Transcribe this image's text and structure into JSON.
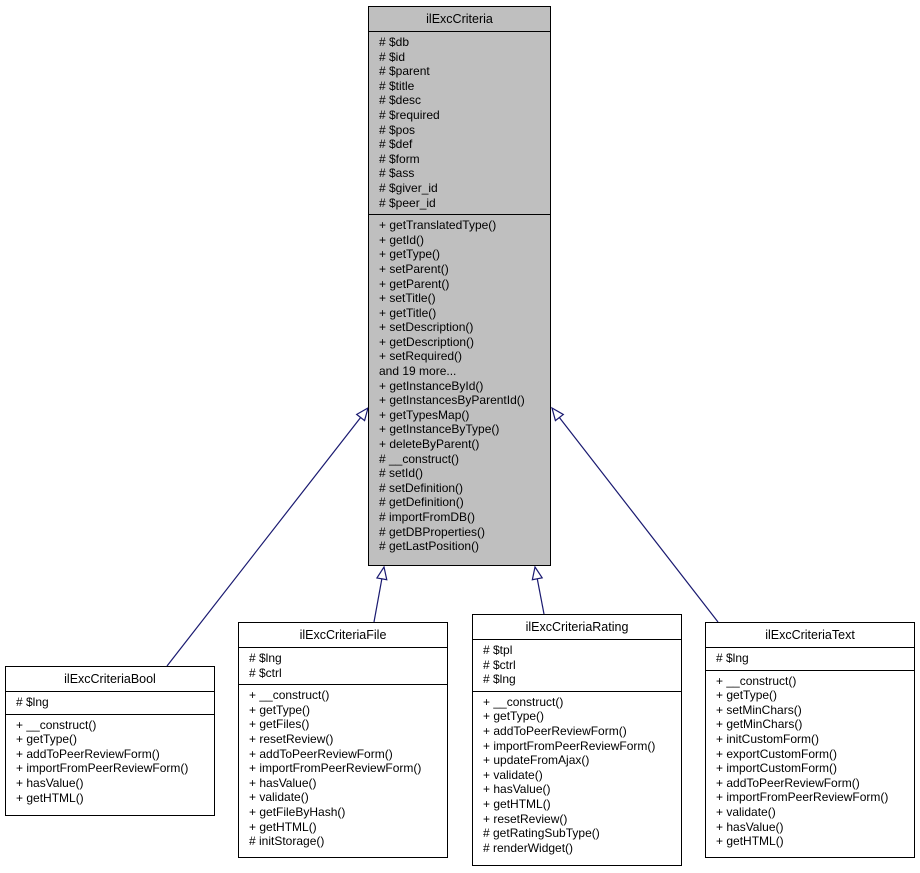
{
  "colors": {
    "edge": "#191970",
    "base_fill": "#bfbfbf"
  },
  "classes": {
    "base": {
      "name": "ilExcCriteria",
      "attributes": [
        "# $db",
        "# $id",
        "# $parent",
        "# $title",
        "# $desc",
        "# $required",
        "# $pos",
        "# $def",
        "# $form",
        "# $ass",
        "# $giver_id",
        "# $peer_id"
      ],
      "methods": [
        "+ getTranslatedType()",
        "+ getId()",
        "+ getType()",
        "+ setParent()",
        "+ getParent()",
        "+ setTitle()",
        "+ getTitle()",
        "+ setDescription()",
        "+ getDescription()",
        "+ setRequired()",
        "and 19 more...",
        "+ getInstanceById()",
        "+ getInstancesByParentId()",
        "+ getTypesMap()",
        "+ getInstanceByType()",
        "+ deleteByParent()",
        "# __construct()",
        "# setId()",
        "# setDefinition()",
        "# getDefinition()",
        "# importFromDB()",
        "# getDBProperties()",
        "# getLastPosition()"
      ]
    },
    "bool": {
      "name": "ilExcCriteriaBool",
      "attributes": [
        "# $lng"
      ],
      "methods": [
        "+ __construct()",
        "+ getType()",
        "+ addToPeerReviewForm()",
        "+ importFromPeerReviewForm()",
        "+ hasValue()",
        "+ getHTML()"
      ]
    },
    "file": {
      "name": "ilExcCriteriaFile",
      "attributes": [
        "# $lng",
        "# $ctrl"
      ],
      "methods": [
        "+ __construct()",
        "+ getType()",
        "+ getFiles()",
        "+ resetReview()",
        "+ addToPeerReviewForm()",
        "+ importFromPeerReviewForm()",
        "+ hasValue()",
        "+ validate()",
        "+ getFileByHash()",
        "+ getHTML()",
        "# initStorage()"
      ]
    },
    "rating": {
      "name": "ilExcCriteriaRating",
      "attributes": [
        "# $tpl",
        "# $ctrl",
        "# $lng"
      ],
      "methods": [
        "+ __construct()",
        "+ getType()",
        "+ addToPeerReviewForm()",
        "+ importFromPeerReviewForm()",
        "+ updateFromAjax()",
        "+ validate()",
        "+ hasValue()",
        "+ getHTML()",
        "+ resetReview()",
        "# getRatingSubType()",
        "# renderWidget()"
      ]
    },
    "text": {
      "name": "ilExcCriteriaText",
      "attributes": [
        "# $lng"
      ],
      "methods": [
        "+ __construct()",
        "+ getType()",
        "+ setMinChars()",
        "+ getMinChars()",
        "+ initCustomForm()",
        "+ exportCustomForm()",
        "+ importCustomForm()",
        "+ addToPeerReviewForm()",
        "+ importFromPeerReviewForm()",
        "+ validate()",
        "+ hasValue()",
        "+ getHTML()"
      ]
    }
  }
}
